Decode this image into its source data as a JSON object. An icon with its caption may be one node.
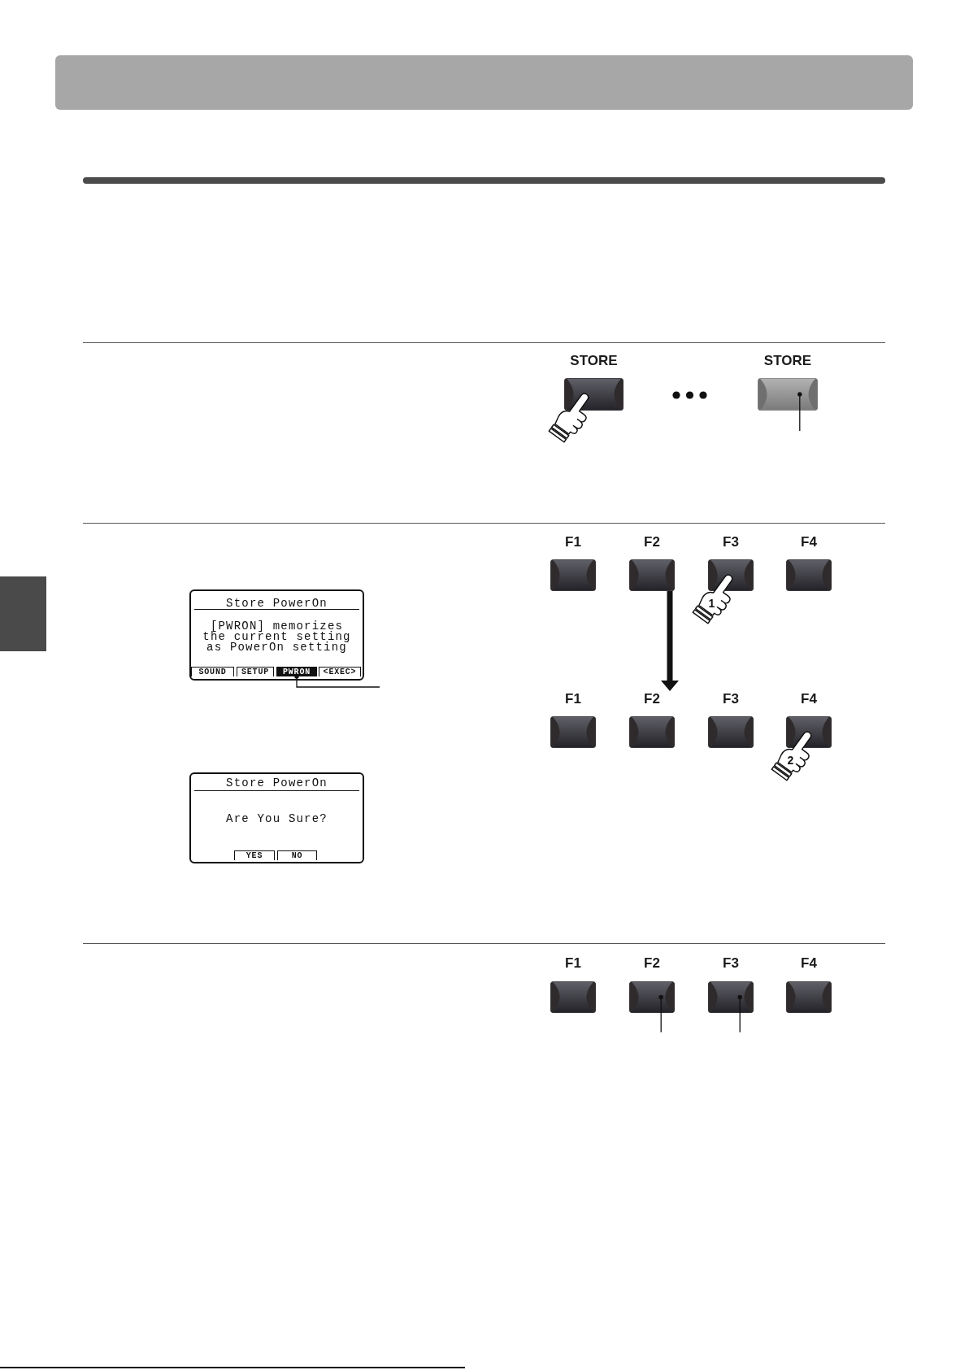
{
  "diagram": {
    "nodes": [
      {
        "text": [
          "STORE"
        ]
      },
      {
        "text": [
          "STORE"
        ]
      },
      {
        "text": [
          "F1"
        ]
      },
      {
        "text": [
          "F2"
        ]
      },
      {
        "text": [
          "F3"
        ],
        "beside": [
          "1"
        ]
      },
      {
        "text": [
          "F4"
        ]
      },
      {
        "text": [
          "Store PowerOn",
          "[PWRON] memorizes the current setting as PowerOn setting"
        ]
      },
      {
        "text": [
          "SOUND"
        ],
        "in": 6
      },
      {
        "text": [
          "SETUP"
        ],
        "in": 6
      },
      {
        "text": [
          "PWRON"
        ],
        "in": 6
      },
      {
        "text": [
          "<EXEC>"
        ],
        "in": 6
      },
      {
        "text": [
          "F1"
        ]
      },
      {
        "text": [
          "F2"
        ]
      },
      {
        "text": [
          "F3"
        ]
      },
      {
        "text": [
          "F4"
        ],
        "beside": [
          "2"
        ]
      },
      {
        "text": [
          "Store PowerOn",
          "Are You Sure?"
        ]
      },
      {
        "text": [
          "YES"
        ],
        "in": 15
      },
      {
        "text": [
          "NO"
        ],
        "in": 15
      },
      {
        "text": [
          "F1"
        ]
      },
      {
        "text": [
          "F2"
        ]
      },
      {
        "text": [
          "F3"
        ]
      },
      {
        "text": [
          "F4"
        ]
      },
      {
        "text": [],
        "shape": "box"
      }
    ],
    "edges": [
      {
        "from": null,
        "to": 1,
        "arrow": "other"
      },
      {
        "from": null,
        "to": 9,
        "arrow": "other"
      },
      {
        "from": 3,
        "to": 12,
        "arrow": "to",
        "style": "thick"
      },
      {
        "from": null,
        "to": 19,
        "arrow": "other"
      },
      {
        "from": null,
        "to": 20,
        "arrow": "other"
      }
    ]
  }
}
